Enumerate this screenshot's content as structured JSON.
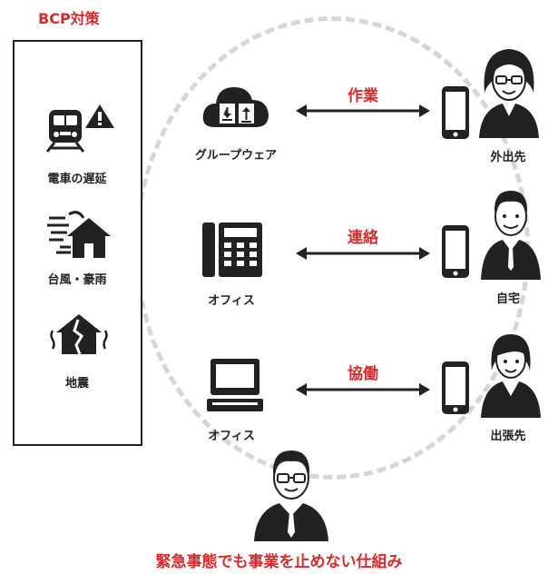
{
  "bcp_title": "BCP対策",
  "risks": [
    {
      "label": "電車の遅延",
      "icon": "train-warning-icon"
    },
    {
      "label": "台風・豪雨",
      "icon": "storm-house-icon"
    },
    {
      "label": "地震",
      "icon": "earthquake-house-icon"
    }
  ],
  "links": [
    {
      "tool": "グループウェア",
      "tool_icon": "cloud-icon",
      "action": "作業",
      "place": "外出先",
      "person_icon": "woman-glasses-icon"
    },
    {
      "tool": "オフィス",
      "tool_icon": "desk-phone-icon",
      "action": "連絡",
      "place": "自宅",
      "person_icon": "man-suit-icon"
    },
    {
      "tool": "オフィス",
      "tool_icon": "computer-icon",
      "action": "協働",
      "place": "出張先",
      "person_icon": "woman-suit-icon"
    }
  ],
  "footer": "緊急事態でも事業を止めない仕組み",
  "colors": {
    "accent": "#d42b2b",
    "ink": "#222222",
    "dashed_circle": "#d6d6d6"
  }
}
